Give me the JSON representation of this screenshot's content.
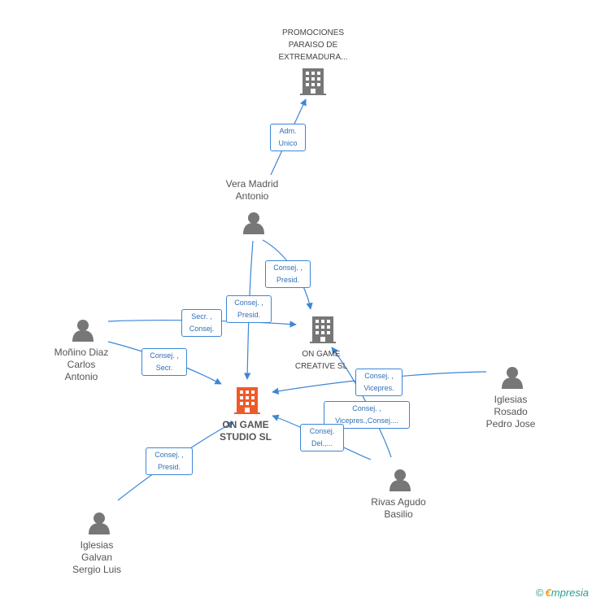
{
  "nodes": {
    "promociones": [
      "PROMOCIONES",
      "PARAISO DE",
      "EXTREMADURA..."
    ],
    "ongame_creative": [
      "ON GAME",
      "CREATIVE SL"
    ],
    "ongame_studio": [
      "ON GAME",
      "STUDIO  SL"
    ],
    "vera": [
      "Vera Madrid",
      "Antonio"
    ],
    "monino": [
      "Moñino Diaz",
      "Carlos",
      "Antonio"
    ],
    "iglesias_rosado": [
      "Iglesias",
      "Rosado",
      "Pedro Jose"
    ],
    "rivas": [
      "Rivas Agudo",
      "Basilio"
    ],
    "iglesias_galvan": [
      "Iglesias",
      "Galvan",
      "Sergio Luis"
    ]
  },
  "relations": {
    "adm_unico": [
      "Adm.",
      "Unico"
    ],
    "vera_creative": [
      "Consej. ,",
      "Presid."
    ],
    "vera_studio": [
      "Consej. ,",
      "Presid."
    ],
    "monino_creative": [
      "Secr. ,",
      "Consej."
    ],
    "monino_studio": [
      "Consej. ,",
      "Secr."
    ],
    "rosado_studio": [
      "Consej. ,",
      "Vicepres."
    ],
    "rivas_creative": [
      "Consej. ,",
      "Vicepres.,Consej...."
    ],
    "rivas_studio": [
      "Consej.",
      "Del.,..."
    ],
    "galvan_studio": [
      "Consej. ,",
      "Presid."
    ]
  },
  "colors": {
    "edge": "#3d86d6",
    "person": "#777777",
    "company": "#777777",
    "main_company": "#f05a28"
  },
  "footer": {
    "copyright": "©",
    "brand_e": "€",
    "brand_rest": "mpresia"
  }
}
